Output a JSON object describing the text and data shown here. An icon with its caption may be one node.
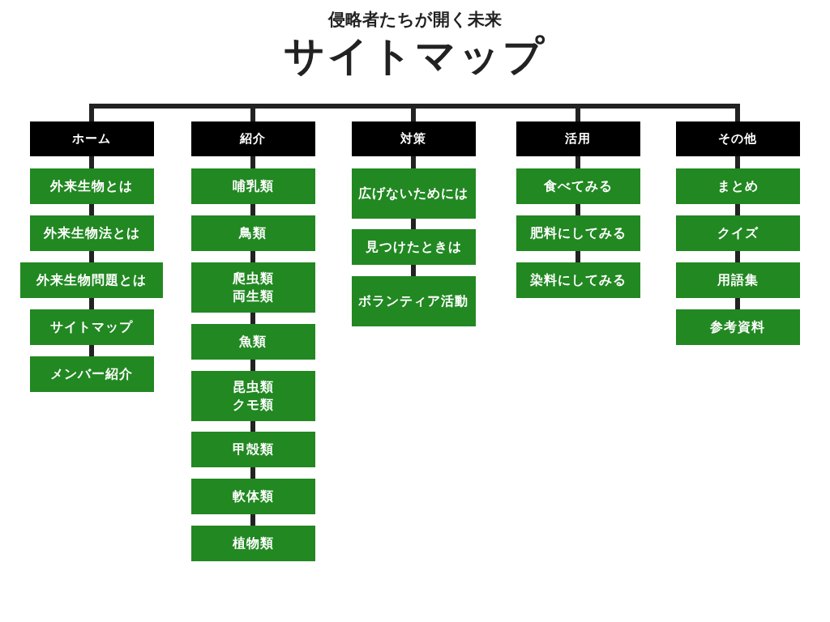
{
  "diagram": {
    "title": "サイトマップ",
    "nodes": [
      {
        "text": [
          "ホーム"
        ]
      },
      {
        "text": [
          "外来生物とは"
        ]
      },
      {
        "text": [
          "外来生物法とは"
        ]
      },
      {
        "text": [
          "外来生物問題とは"
        ]
      },
      {
        "text": [
          "サイトマップ"
        ]
      },
      {
        "text": [
          "メンバー紹介"
        ]
      },
      {
        "text": [
          "紹介"
        ]
      },
      {
        "text": [
          "哺乳類"
        ]
      },
      {
        "text": [
          "鳥類"
        ]
      },
      {
        "text": [
          "爬虫類",
          "両生類"
        ]
      },
      {
        "text": [
          "魚類"
        ]
      },
      {
        "text": [
          "昆虫類",
          "クモ類"
        ]
      },
      {
        "text": [
          "甲殻類"
        ]
      },
      {
        "text": [
          "軟体類"
        ]
      },
      {
        "text": [
          "植物類"
        ]
      },
      {
        "text": [
          "対策"
        ]
      },
      {
        "text": [
          "広げないためには"
        ]
      },
      {
        "text": [
          "見つけたときは"
        ]
      },
      {
        "text": [
          "ボランティア活動"
        ]
      },
      {
        "text": [
          "活用"
        ]
      },
      {
        "text": [
          "食べてみる"
        ]
      },
      {
        "text": [
          "肥料にしてみる"
        ]
      },
      {
        "text": [
          "染料にしてみる"
        ]
      },
      {
        "text": [
          "その他"
        ]
      },
      {
        "text": [
          "まとめ"
        ]
      },
      {
        "text": [
          "クイズ"
        ]
      },
      {
        "text": [
          "用語集"
        ]
      },
      {
        "text": [
          "参考資料"
        ]
      }
    ],
    "edges": [
      {
        "from": 0,
        "to": 6,
        "arrow": "none"
      },
      {
        "from": 6,
        "to": 15,
        "arrow": "none"
      },
      {
        "from": 15,
        "to": 19,
        "arrow": "none"
      },
      {
        "from": 19,
        "to": 23,
        "arrow": "none"
      },
      {
        "from": 0,
        "to": 1,
        "arrow": "none"
      },
      {
        "from": 1,
        "to": 2,
        "arrow": "none"
      },
      {
        "from": 2,
        "to": 3,
        "arrow": "none"
      },
      {
        "from": 3,
        "to": 4,
        "arrow": "none"
      },
      {
        "from": 4,
        "to": 5,
        "arrow": "none"
      },
      {
        "from": 6,
        "to": 7,
        "arrow": "none"
      },
      {
        "from": 7,
        "to": 8,
        "arrow": "none"
      },
      {
        "from": 8,
        "to": 9,
        "arrow": "none"
      },
      {
        "from": 9,
        "to": 10,
        "arrow": "none"
      },
      {
        "from": 10,
        "to": 11,
        "arrow": "none"
      },
      {
        "from": 11,
        "to": 12,
        "arrow": "none"
      },
      {
        "from": 12,
        "to": 13,
        "arrow": "none"
      },
      {
        "from": 13,
        "to": 14,
        "arrow": "none"
      },
      {
        "from": 15,
        "to": 16,
        "arrow": "none"
      },
      {
        "from": 16,
        "to": 17,
        "arrow": "none"
      },
      {
        "from": 17,
        "to": 18,
        "arrow": "none"
      },
      {
        "from": 19,
        "to": 20,
        "arrow": "none"
      },
      {
        "from": 20,
        "to": 21,
        "arrow": "none"
      },
      {
        "from": 21,
        "to": 22,
        "arrow": "none"
      },
      {
        "from": 23,
        "to": 24,
        "arrow": "none"
      },
      {
        "from": 24,
        "to": 25,
        "arrow": "none"
      },
      {
        "from": 25,
        "to": 26,
        "arrow": "none"
      },
      {
        "from": 26,
        "to": 27,
        "arrow": "none"
      }
    ],
    "labels": [
      "侵略者たちが開く未来"
    ]
  }
}
